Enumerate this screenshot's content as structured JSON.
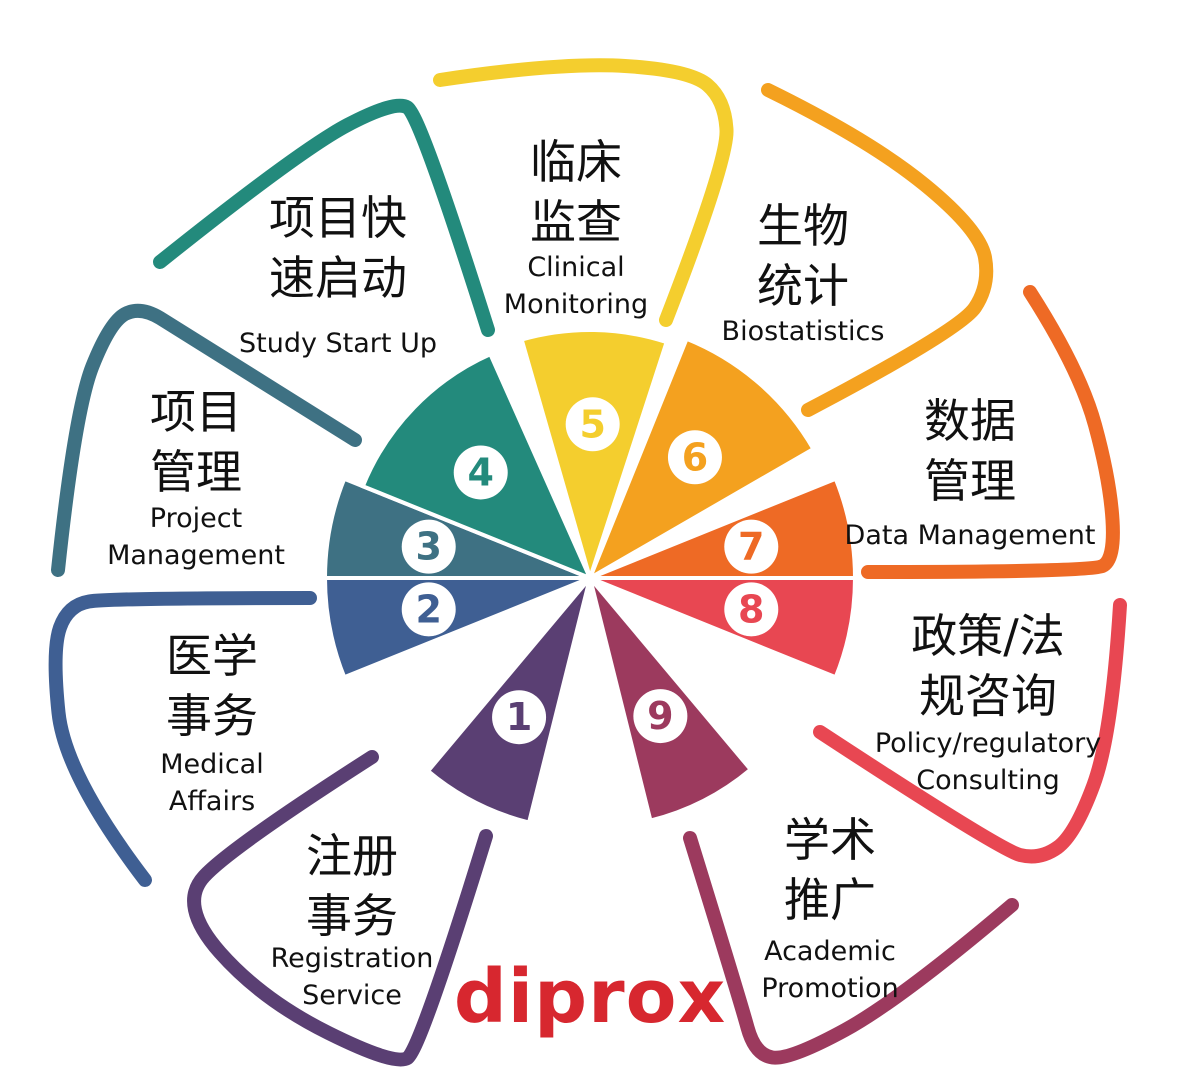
{
  "segments": [
    {
      "number": "1",
      "color": "#5a3f73",
      "cn_lines": [
        "注册",
        "事务"
      ],
      "en_lines": [
        "Registration",
        "Service"
      ]
    },
    {
      "number": "2",
      "color": "#3f5f93",
      "cn_lines": [
        "医学",
        "事务"
      ],
      "en_lines": [
        "Medical",
        "Affairs"
      ]
    },
    {
      "number": "3",
      "color": "#3e7183",
      "cn_lines": [
        "项目",
        "管理"
      ],
      "en_lines": [
        "Project",
        "Management"
      ]
    },
    {
      "number": "4",
      "color": "#238a7c",
      "cn_lines": [
        "项目快",
        "速启动"
      ],
      "en_lines": [
        "Study Start Up"
      ]
    },
    {
      "number": "5",
      "color": "#f4ce2e",
      "cn_lines": [
        "临床",
        "监查"
      ],
      "en_lines": [
        "Clinical",
        "Monitoring"
      ]
    },
    {
      "number": "6",
      "color": "#f4a11f",
      "cn_lines": [
        "生物",
        "统计"
      ],
      "en_lines": [
        "Biostatistics"
      ]
    },
    {
      "number": "7",
      "color": "#ee6a25",
      "cn_lines": [
        "数据",
        "管理"
      ],
      "en_lines": [
        "Data Management"
      ]
    },
    {
      "number": "8",
      "color": "#e84752",
      "cn_lines": [
        "政策/法",
        "规咨询"
      ],
      "en_lines": [
        "Policy/regulatory",
        "Consulting"
      ]
    },
    {
      "number": "9",
      "color": "#9c3a5e",
      "cn_lines": [
        "学术",
        "推广"
      ],
      "en_lines": [
        "Academic",
        "Promotion"
      ]
    }
  ],
  "logo": {
    "text": "diprox",
    "color": "#d7272f"
  }
}
